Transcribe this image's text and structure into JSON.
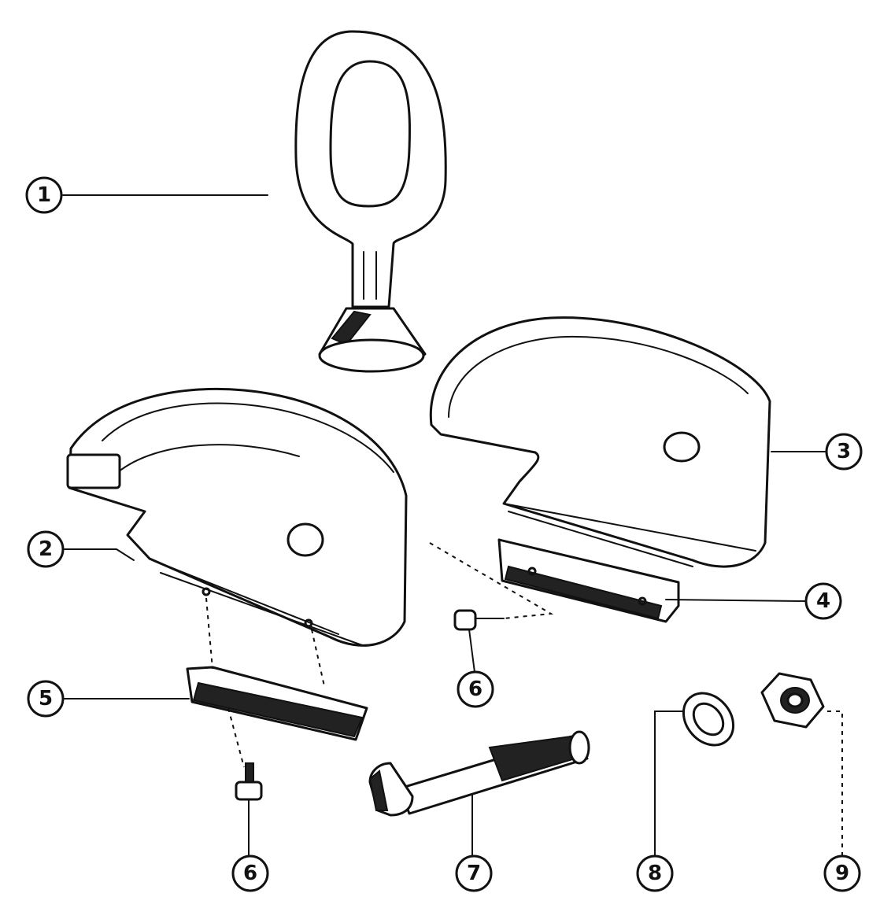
{
  "callouts": [
    {
      "id": "1",
      "label": "1",
      "part": "handle"
    },
    {
      "id": "2",
      "label": "2",
      "part": "left-jaw"
    },
    {
      "id": "3",
      "label": "3",
      "part": "right-jaw"
    },
    {
      "id": "4",
      "label": "4",
      "part": "right-jaw-insert"
    },
    {
      "id": "5",
      "label": "5",
      "part": "left-jaw-insert"
    },
    {
      "id": "6a",
      "label": "6",
      "part": "screw-right"
    },
    {
      "id": "6b",
      "label": "6",
      "part": "screw-left"
    },
    {
      "id": "7",
      "label": "7",
      "part": "bolt"
    },
    {
      "id": "8",
      "label": "8",
      "part": "washer"
    },
    {
      "id": "9",
      "label": "9",
      "part": "nut"
    }
  ]
}
